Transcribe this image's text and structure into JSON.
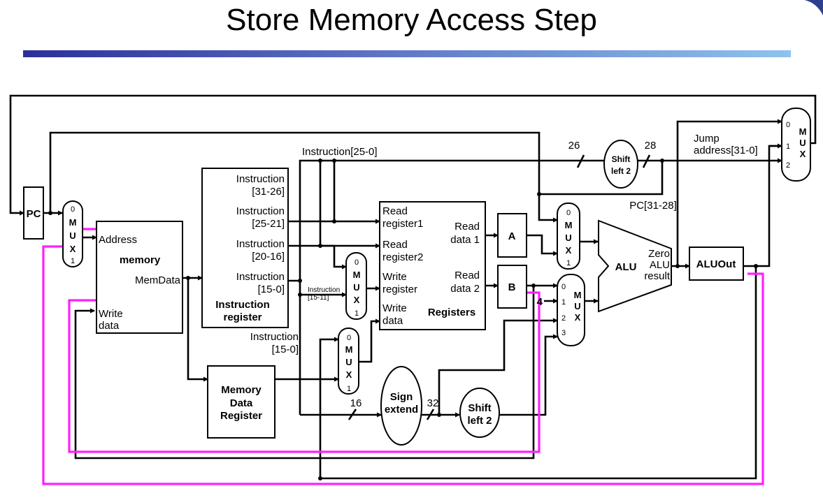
{
  "title": "Store Memory Access Step",
  "colors": {
    "highlight": "#ff1fff",
    "title_bar_start": "#2b2f9a",
    "title_bar_end": "#8fc2ee",
    "wire": "#000000"
  },
  "pc": "PC",
  "mux_letters": [
    "M",
    "U",
    "X"
  ],
  "pc_mux": {
    "in0": "0",
    "in1": "1"
  },
  "memory": {
    "address": "Address",
    "name": "memory",
    "memdata": "MemData",
    "write_line1": "Write",
    "write_line2": "data"
  },
  "ir": {
    "f1_line1": "Instruction",
    "f1_line2": "[31-26]",
    "f2_line1": "Instruction",
    "f2_line2": "[25-21]",
    "f3_line1": "Instruction",
    "f3_line2": "[20-16]",
    "f4_line1": "Instruction",
    "f4_line2": "[15-0]",
    "name_line1": "Instruction",
    "name_line2": "register"
  },
  "mdr": {
    "line1": "Memory",
    "line2": "Data",
    "line3": "Register"
  },
  "labels": {
    "instr_25_0": "Instruction[25-0]",
    "instr_15_11_line1": "Instruction",
    "instr_15_11_line2": "[15-11]",
    "instr_15_0_line1": "Instruction",
    "instr_15_0_line2": "[15-0]",
    "bits_26": "26",
    "bits_28": "28",
    "bits_16": "16",
    "bits_32": "32",
    "bits_4": "4",
    "jump_line1": "Jump",
    "jump_line2": "address[31-0]",
    "pc_31_28": "PC[31-28]"
  },
  "regs": {
    "read1_line1": "Read",
    "read1_line2": "register1",
    "read2_line1": "Read",
    "read2_line2": "register2",
    "write_reg_line1": "Write",
    "write_reg_line2": "register",
    "write_data_line1": "Write",
    "write_data_line2": "data",
    "rd1_line1": "Read",
    "rd1_line2": "data 1",
    "rd2_line1": "Read",
    "rd2_line2": "data 2",
    "name": "Registers"
  },
  "reg_a": "A",
  "reg_b": "B",
  "shift_top": {
    "line1": "Shift",
    "line2": "left 2"
  },
  "shift_bottom": {
    "line1": "Shift",
    "line2": "left 2"
  },
  "sign_extend": {
    "line1": "Sign",
    "line2": "extend"
  },
  "alu": {
    "name": "ALU",
    "zero": "Zero",
    "result_line1": "ALU",
    "result_line2": "result"
  },
  "aluout": "ALUOut",
  "mux_inputs": {
    "regdst": [
      "0",
      "1"
    ],
    "memtoreg": [
      "0",
      "1"
    ],
    "alusrca": [
      "0",
      "1"
    ],
    "alusrcb": [
      "0",
      "1",
      "2",
      "3"
    ],
    "pcsource": [
      "0",
      "1",
      "2"
    ]
  }
}
